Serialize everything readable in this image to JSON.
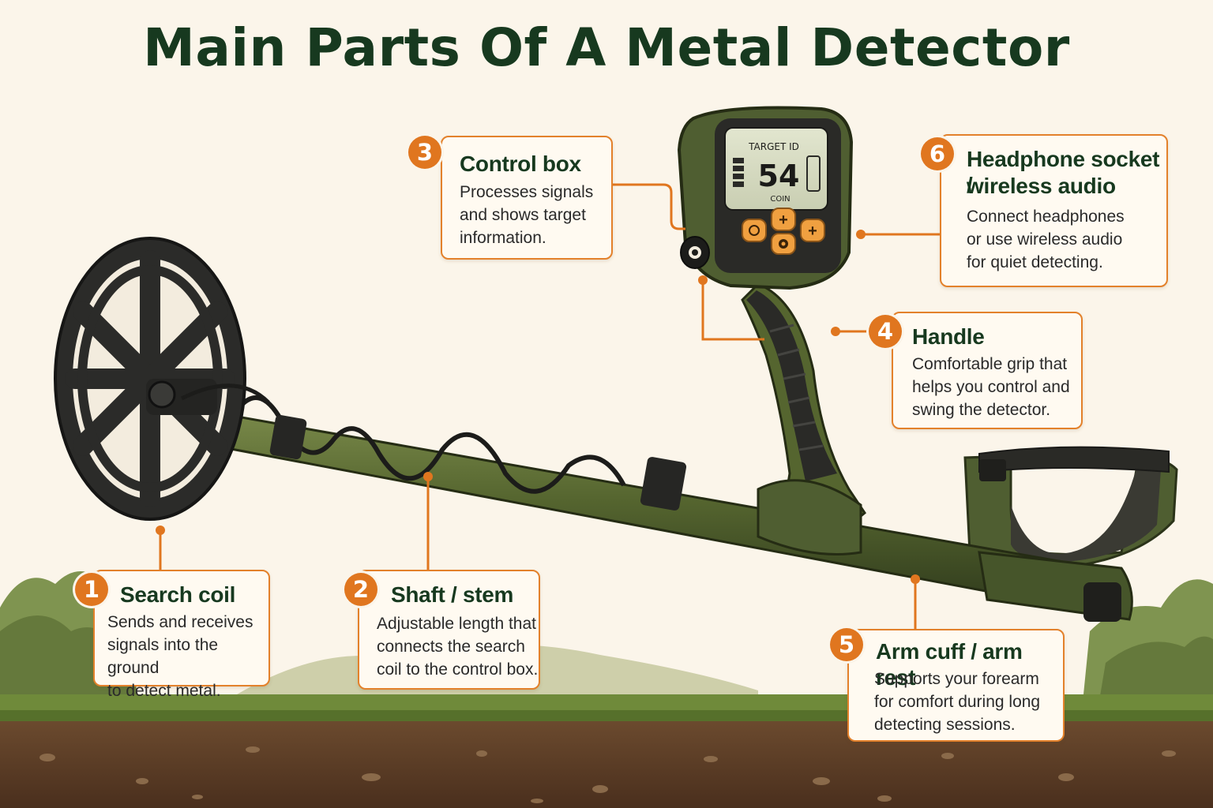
{
  "title": "Main Parts Of A Metal Detector",
  "display": {
    "label": "TARGET ID",
    "value": "54",
    "category": "COIN",
    "button_plus": "+"
  },
  "callouts": [
    {
      "number": "1",
      "title": "Search coil",
      "lines": [
        "Sends and receives",
        "signals into the ground",
        "to detect metal."
      ]
    },
    {
      "number": "2",
      "title": "Shaft / stem",
      "lines": [
        "Adjustable length that",
        "connects the search",
        "coil to the control box."
      ]
    },
    {
      "number": "3",
      "title": "Control box",
      "lines": [
        "Processes signals",
        "and shows target",
        "information."
      ]
    },
    {
      "number": "4",
      "title": "Handle",
      "lines": [
        "Comfortable grip that",
        "helps you control and",
        "swing the detector."
      ]
    },
    {
      "number": "5",
      "title": "Arm cuff / arm rest",
      "lines": [
        "Supports your forearm",
        "for comfort during long",
        "detecting sessions."
      ]
    },
    {
      "number": "6",
      "title": "Headphone socket /",
      "title2": "wireless audio",
      "lines": [
        "Connect headphones",
        "or use wireless audio",
        "for quiet detecting."
      ]
    }
  ],
  "colors": {
    "title": "#17391f",
    "accent": "#e0761f",
    "background": "#fbf5ea",
    "detector_body": "#4f5e31",
    "soil": "#5e3e27"
  }
}
